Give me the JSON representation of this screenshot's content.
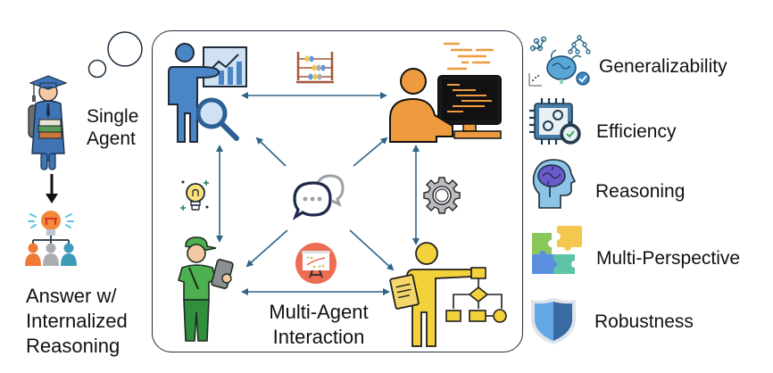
{
  "single_agent": {
    "label_line1": "Single",
    "label_line2": "Agent",
    "answer_line1": "Answer w/",
    "answer_line2": "Internalized",
    "answer_line3": "Reasoning",
    "icons": [
      "graduate-student-icon",
      "lightbulb-team-icon"
    ]
  },
  "multi_agent": {
    "caption_line1": "Multi-Agent",
    "caption_line2": "Interaction",
    "agents": [
      {
        "role": "analyst",
        "icon": "analyst-magnifier-icon",
        "color": "#4a86c5"
      },
      {
        "role": "programmer",
        "icon": "programmer-computer-icon",
        "color": "#ee9a3e"
      },
      {
        "role": "field-worker",
        "icon": "worker-tablet-icon",
        "color": "#4caf50"
      },
      {
        "role": "planner",
        "icon": "planner-flowchart-icon",
        "color": "#f2d23a"
      }
    ],
    "center_icon": "chat-bubbles-icon",
    "edge_icons": [
      "abacus-icon",
      "lightbulb-icon",
      "gear-icon",
      "strategy-board-icon"
    ],
    "arrow_color": "#2f6589"
  },
  "properties": [
    {
      "label": "Generalizability",
      "icon": "brain-network-icon"
    },
    {
      "label": "Efficiency",
      "icon": "chip-gears-timer-icon"
    },
    {
      "label": "Reasoning",
      "icon": "head-brain-icon"
    },
    {
      "label": "Multi-Perspective",
      "icon": "puzzle-pieces-icon"
    },
    {
      "label": "Robustness",
      "icon": "shield-icon"
    }
  ]
}
